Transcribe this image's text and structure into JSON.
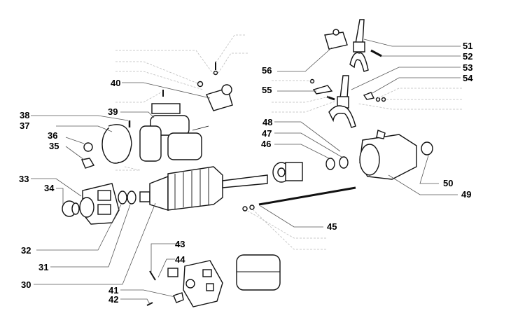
{
  "diagram": {
    "title": "Starter motor exploded view",
    "labels": [
      {
        "id": "30",
        "text": "30"
      },
      {
        "id": "31",
        "text": "31"
      },
      {
        "id": "32",
        "text": "32"
      },
      {
        "id": "33",
        "text": "33"
      },
      {
        "id": "34",
        "text": "34"
      },
      {
        "id": "35",
        "text": "35"
      },
      {
        "id": "36",
        "text": "36"
      },
      {
        "id": "37",
        "text": "37"
      },
      {
        "id": "38",
        "text": "38"
      },
      {
        "id": "39",
        "text": "39"
      },
      {
        "id": "40",
        "text": "40"
      },
      {
        "id": "41",
        "text": "41"
      },
      {
        "id": "42",
        "text": "42"
      },
      {
        "id": "43",
        "text": "43"
      },
      {
        "id": "44",
        "text": "44"
      },
      {
        "id": "45",
        "text": "45"
      },
      {
        "id": "46",
        "text": "46"
      },
      {
        "id": "47",
        "text": "47"
      },
      {
        "id": "48",
        "text": "48"
      },
      {
        "id": "49",
        "text": "49"
      },
      {
        "id": "50",
        "text": "50"
      },
      {
        "id": "51",
        "text": "51"
      },
      {
        "id": "52",
        "text": "52"
      },
      {
        "id": "53",
        "text": "53"
      },
      {
        "id": "54",
        "text": "54"
      },
      {
        "id": "55",
        "text": "55"
      },
      {
        "id": "56",
        "text": "56"
      }
    ]
  }
}
